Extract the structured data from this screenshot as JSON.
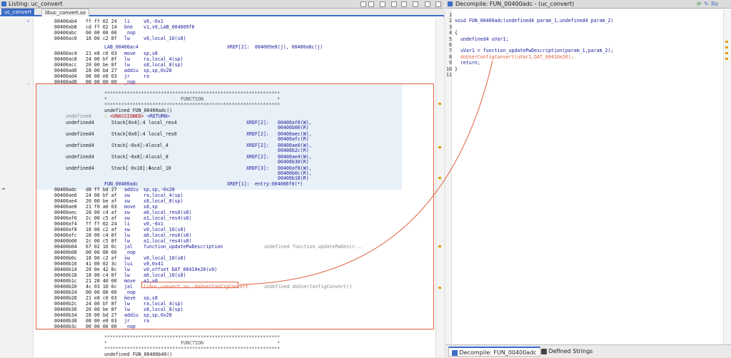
{
  "listing": {
    "title": "Listing: uc_convert",
    "tabs": [
      {
        "label": "uc_convert",
        "active": true
      },
      {
        "label": "libuc_convert.so",
        "active": false
      }
    ]
  },
  "decompile": {
    "title": "Decompile: FUN_00400adc - (uc_convert)",
    "ro_label": "Ro",
    "lines": [
      {
        "n": "1",
        "text": ""
      },
      {
        "n": "2",
        "text": "void FUN_00400adc(undefined4 param_1,undefined4 param_2)"
      },
      {
        "n": "3",
        "text": ""
      },
      {
        "n": "4",
        "text": "{"
      },
      {
        "n": "5",
        "text": "  undefined4 uVar1;"
      },
      {
        "n": "6",
        "text": ""
      },
      {
        "n": "7",
        "text": "  uVar1 = function_updatePwDescription(param_1,param_2);"
      },
      {
        "n": "8",
        "text": "  doUserConfigConvert(uVar1,DAT_00410e20);"
      },
      {
        "n": "9",
        "text": "  return;"
      },
      {
        "n": "10",
        "text": "}"
      },
      {
        "n": "11",
        "text": ""
      }
    ]
  },
  "bottom_tabs": [
    {
      "label": "Decompile: FUN_00400adc",
      "active": true
    },
    {
      "label": "Defined Strings",
      "active": false
    }
  ],
  "pre_lines": [
    {
      "addr": "00400ab4",
      "bytes": "ff ff 02 24",
      "mn": "li",
      "op": "v0,-0x1"
    },
    {
      "addr": "00400ab8",
      "bytes": "cd ff 62 14",
      "mn": "bne",
      "op": "v1,v0,LAB_004009f0"
    },
    {
      "addr": "00400abc",
      "bytes": "00 00 00 00",
      "mn": "_nop",
      "op": ""
    },
    {
      "addr": "00400ac0",
      "bytes": "18 00 c2 8f",
      "mn": "lw",
      "op": "v0,local_10(s8)"
    }
  ],
  "lab_label": "LAB_00400ac4",
  "lab_xref": "XREF[2]:",
  "lab_xref_val": "004009e8(j), 00400a8c(j)",
  "lab_lines": [
    {
      "addr": "00400ac4",
      "bytes": "21 e8 c0 03",
      "mn": "move",
      "op": "sp,s8"
    },
    {
      "addr": "00400ac8",
      "bytes": "24 00 bf 8f",
      "mn": "lw",
      "op": "ra,local_4(sp)"
    },
    {
      "addr": "00400acc",
      "bytes": "20 00 be 8f",
      "mn": "lw",
      "op": "s8,local_8(sp)"
    },
    {
      "addr": "00400ad0",
      "bytes": "28 00 bd 27",
      "mn": "addiu",
      "op": "sp,sp,0x28"
    },
    {
      "addr": "00400ad4",
      "bytes": "08 00 e0 03",
      "mn": "jr",
      "op": "ra"
    },
    {
      "addr": "00400ad8",
      "bytes": "00 00 00 00",
      "mn": "_nop",
      "op": ""
    }
  ],
  "func_header": {
    "stars": "**************************************************************",
    "star_line": "*                          FUNCTION                          *",
    "signature": "undefined FUN_00400adc()",
    "ret_type": "undefined",
    "ret_loc": "<UNASSIGNED>",
    "ret_tag": "<RETURN>",
    "vars": [
      {
        "type": "undefined4",
        "loc": "Stack[0x4]:4",
        "name": "local_res4",
        "xref": "XREF[2]:",
        "vals": [
          "00400af0(W),",
          "00400b00(R)"
        ]
      },
      {
        "type": "undefined4",
        "loc": "Stack[0x0]:4",
        "name": "local_res0",
        "xref": "XREF[2]:",
        "vals": [
          "00400aec(W),",
          "00400afc(R)"
        ]
      },
      {
        "type": "undefined4",
        "loc": "Stack[-0x4]:4",
        "name": "local_4",
        "xref": "XREF[2]:",
        "vals": [
          "00400ae0(W),",
          "00400b2c(R)"
        ]
      },
      {
        "type": "undefined4",
        "loc": "Stack[-0x8]:4",
        "name": "local_8",
        "xref": "XREF[2]:",
        "vals": [
          "00400ae4(W),",
          "00400b30(R)"
        ]
      },
      {
        "type": "undefined4",
        "loc": "Stack[-0x10]:4",
        "name": "local_10",
        "xref": "XREF[3]:",
        "vals": [
          "00400af8(W),",
          "00400b0c(R),",
          "00400b18(R)"
        ]
      }
    ],
    "entry_label": "FUN_00400adc",
    "entry_xref": "XREF[1]:",
    "entry_xref_val": "entry:004006f0(*)"
  },
  "body_lines": [
    {
      "addr": "00400adc",
      "bytes": "d8 ff bd 27",
      "mn": "addiu",
      "op": "sp,sp,-0x28",
      "cmt": ""
    },
    {
      "addr": "00400ae0",
      "bytes": "24 00 bf af",
      "mn": "sw",
      "op": "ra,local_4(sp)",
      "cmt": ""
    },
    {
      "addr": "00400ae4",
      "bytes": "20 00 be af",
      "mn": "sw",
      "op": "s8,local_8(sp)",
      "cmt": ""
    },
    {
      "addr": "00400ae8",
      "bytes": "21 f0 a0 03",
      "mn": "move",
      "op": "s8,sp",
      "cmt": ""
    },
    {
      "addr": "00400aec",
      "bytes": "28 00 c4 af",
      "mn": "sw",
      "op": "a0,local_res0(s8)",
      "cmt": ""
    },
    {
      "addr": "00400af0",
      "bytes": "2c 00 c5 af",
      "mn": "sw",
      "op": "a1,local_res4(s8)",
      "cmt": ""
    },
    {
      "addr": "00400af4",
      "bytes": "ff ff 02 24",
      "mn": "li",
      "op": "v0,-0x1",
      "cmt": ""
    },
    {
      "addr": "00400af8",
      "bytes": "18 00 c2 af",
      "mn": "sw",
      "op": "v0,local_10(s8)",
      "cmt": ""
    },
    {
      "addr": "00400afc",
      "bytes": "28 00 c4 8f",
      "mn": "lw",
      "op": "a0,local_res0(s8)",
      "cmt": ""
    },
    {
      "addr": "00400b00",
      "bytes": "2c 00 c5 8f",
      "mn": "lw",
      "op": "a1,local_res4(s8)",
      "cmt": ""
    },
    {
      "addr": "00400b04",
      "bytes": "67 02 10 0c",
      "mn": "jal",
      "op": "function_updatePwDescription",
      "cmt": "undefined function_updatePwDescr..."
    },
    {
      "addr": "00400b08",
      "bytes": "00 00 00 00",
      "mn": "_nop",
      "op": "",
      "cmt": ""
    },
    {
      "addr": "00400b0c",
      "bytes": "18 00 c2 af",
      "mn": "sw",
      "op": "v0,local_10(s8)",
      "cmt": ""
    },
    {
      "addr": "00400b10",
      "bytes": "41 00 02 3c",
      "mn": "lui",
      "op": "v0,0x41",
      "cmt": ""
    },
    {
      "addr": "00400b14",
      "bytes": "20 0e 42 8c",
      "mn": "lw",
      "op": "v0,offset DAT_00410e20(v0)",
      "cmt": ""
    },
    {
      "addr": "00400b18",
      "bytes": "18 00 c4 8f",
      "mn": "lw",
      "op": "a0,local_10(s8)",
      "cmt": ""
    },
    {
      "addr": "00400b1c",
      "bytes": "21 28 40 00",
      "mn": "move",
      "op": "a1,v0",
      "cmt": ""
    },
    {
      "addr": "00400b20",
      "bytes": "4c 03 10 0c",
      "mn": "jal",
      "op": "libuc_convert.so::doUserConfigConvert",
      "cmt": "undefined doUserConfigConvert()"
    },
    {
      "addr": "00400b24",
      "bytes": "00 00 00 00",
      "mn": "_nop",
      "op": "",
      "cmt": ""
    },
    {
      "addr": "00400b28",
      "bytes": "21 e8 c0 03",
      "mn": "move",
      "op": "sp,s8",
      "cmt": ""
    },
    {
      "addr": "00400b2c",
      "bytes": "24 00 bf 8f",
      "mn": "lw",
      "op": "ra,local_4(sp)",
      "cmt": ""
    },
    {
      "addr": "00400b30",
      "bytes": "20 00 be 8f",
      "mn": "lw",
      "op": "s8,local_8(sp)",
      "cmt": ""
    },
    {
      "addr": "00400b34",
      "bytes": "28 00 bd 27",
      "mn": "addiu",
      "op": "sp,sp,0x28",
      "cmt": ""
    },
    {
      "addr": "00400b38",
      "bytes": "08 00 e0 03",
      "mn": "jr",
      "op": "ra",
      "cmt": ""
    },
    {
      "addr": "00400b3c",
      "bytes": "00 00 00 00",
      "mn": "_nop",
      "op": "",
      "cmt": ""
    }
  ],
  "next_func": {
    "stars": "**************************************************************",
    "star_line": "*                          FUNCTION                          *",
    "signature": "undefined FUN_00400b40()"
  },
  "colors": {
    "accent": "#3b6dc7",
    "highlight_box": "#e06040"
  }
}
